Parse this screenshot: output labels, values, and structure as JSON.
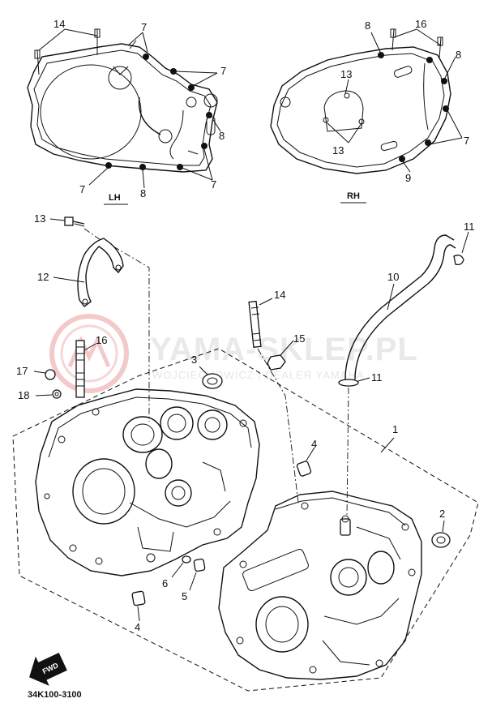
{
  "diagram": {
    "gasket_lh_label": "LH",
    "gasket_rh_label": "RH",
    "watermark_main": "YAMA-SKLEP.PL",
    "watermark_sub": "WOJCIECHOWICZ | DEALER YAMAHA",
    "forward_badge": "FWD",
    "drawing_code": "34K100-3100",
    "callouts": {
      "n1": "1",
      "n2": "2",
      "n3": "3",
      "n4": "4",
      "n5": "5",
      "n6": "6",
      "n7": "7",
      "n8": "8",
      "n9": "9",
      "n10": "10",
      "n11": "11",
      "n12": "12",
      "n13": "13",
      "n14": "14",
      "n15": "15",
      "n16": "16",
      "n17": "17",
      "n18": "18"
    }
  }
}
